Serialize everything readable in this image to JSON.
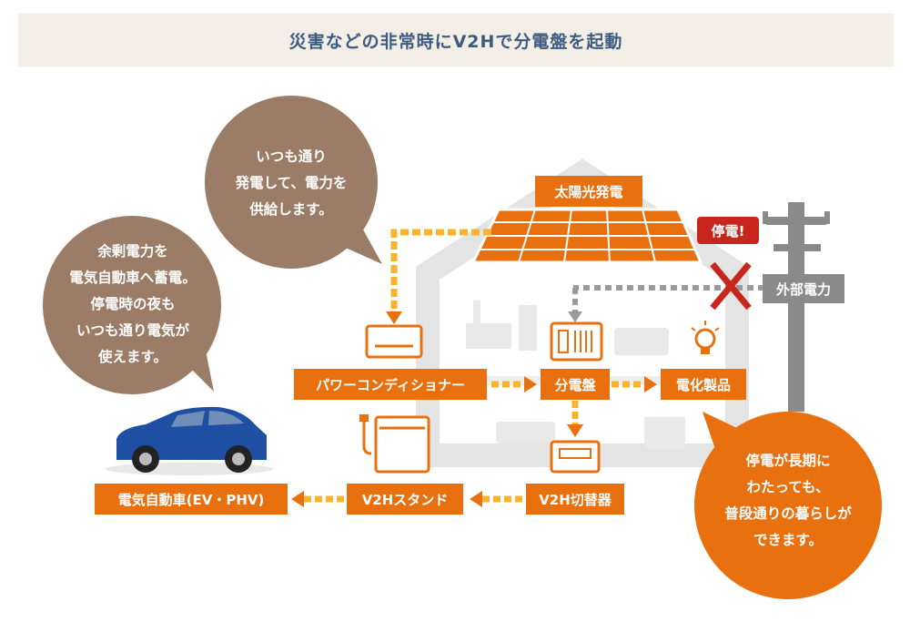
{
  "title": "災害などの非常時にV2Hで分電盤を起動",
  "bubbles": {
    "solar": "いつも通り\n発電して、電力を\n供給します。",
    "ev": "余剰電力を\n電気自動車へ蓄電。\n停電時の夜も\nいつも通り電気が\n使えます。",
    "outage": "停電が長期に\nわたっても、\n普段通りの暮らしが\nできます。"
  },
  "labels": {
    "solar_power": "太陽光発電",
    "outage_alert": "停電!",
    "external_power": "外部電力",
    "power_conditioner": "パワーコンディショナー",
    "distribution_board": "分電盤",
    "appliances": "電化製品",
    "v2h_switch": "V2H切替器",
    "v2h_stand": "V2Hスタンド",
    "ev": "電気自動車(EV・PHV)"
  },
  "colors": {
    "orange": "#e8700f",
    "brown_bubble": "#9b7c66",
    "red": "#c8261c",
    "gray": "#8a8a8a",
    "house_gray": "#ededed",
    "title_text": "#3d5a80",
    "car_blue": "#1f4fa3"
  }
}
